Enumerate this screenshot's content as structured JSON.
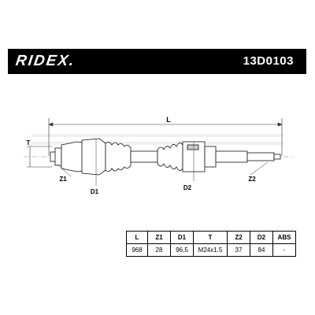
{
  "header": {
    "brand": "RIDEX.",
    "part_number": "13D0103"
  },
  "drawing": {
    "labels": {
      "L": "L",
      "T": "T",
      "Z1": "Z1",
      "D1": "D1",
      "D2": "D2",
      "Z2": "Z2"
    }
  },
  "spec_table": {
    "headers": [
      "L",
      "Z1",
      "D1",
      "T",
      "Z2",
      "D2",
      "ABS"
    ],
    "values": [
      "968",
      "28",
      "96,5",
      "M24x1.5",
      "37",
      "84",
      "-"
    ]
  }
}
